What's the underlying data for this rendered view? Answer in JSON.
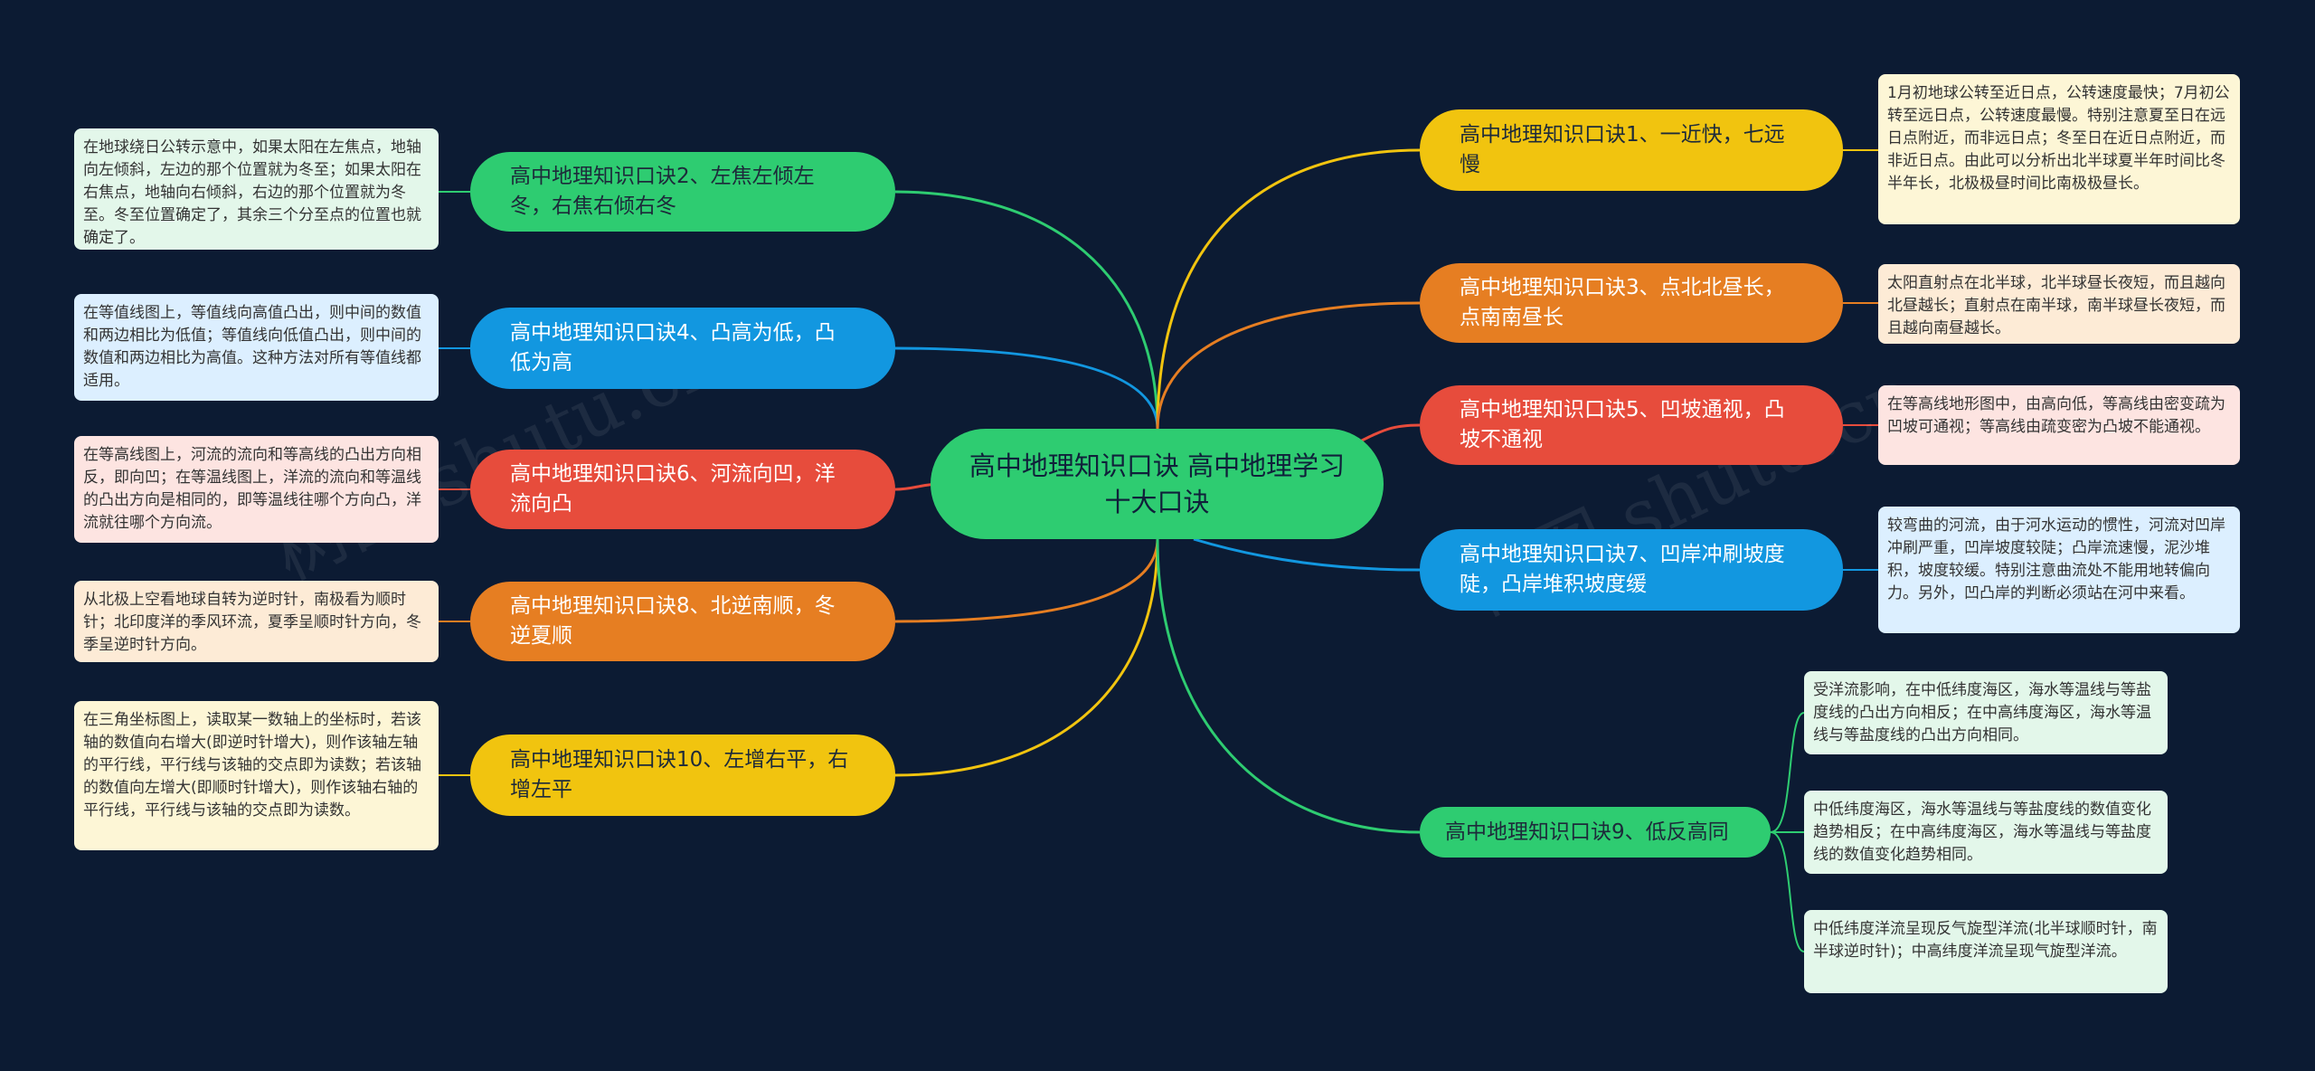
{
  "central": "高中地理知识口诀 高中地理学习十大口诀",
  "watermark": "树图 shutu.cn",
  "colors": {
    "background": "#0c1b33",
    "green": "#2ecc71",
    "blue": "#1297e0",
    "red": "#e74c3c",
    "orange": "#e67e22",
    "yellow": "#f1c40f"
  },
  "left_topics": [
    {
      "label": "高中地理知识口诀2、左焦左倾左冬，右焦右倾右冬",
      "note": "在地球绕日公转示意中，如果太阳在左焦点，地轴向左倾斜，左边的那个位置就为冬至；如果太阳在右焦点，地轴向右倾斜，右边的那个位置就为冬至。冬至位置确定了，其余三个分至点的位置也就确定了。"
    },
    {
      "label": "高中地理知识口诀4、凸高为低，凸低为高",
      "note": "在等值线图上，等值线向高值凸出，则中间的数值和两边相比为低值；等值线向低值凸出，则中间的数值和两边相比为高值。这种方法对所有等值线都适用。"
    },
    {
      "label": "高中地理知识口诀6、河流向凹，洋流向凸",
      "note": "在等高线图上，河流的流向和等高线的凸出方向相反，即向凹；在等温线图上，洋流的流向和等温线的凸出方向是相同的，即等温线往哪个方向凸，洋流就往哪个方向流。"
    },
    {
      "label": "高中地理知识口诀8、北逆南顺，冬逆夏顺",
      "note": "从北极上空看地球自转为逆时针，南极看为顺时针；北印度洋的季风环流，夏季呈顺时针方向，冬季呈逆时针方向。"
    },
    {
      "label": "高中地理知识口诀10、左增右平，右增左平",
      "note": "在三角坐标图上，读取某一数轴上的坐标时，若该轴的数值向右增大(即逆时针增大)，则作该轴左轴的平行线，平行线与该轴的交点即为读数；若该轴的数值向左增大(即顺时针增大)，则作该轴右轴的平行线，平行线与该轴的交点即为读数。"
    }
  ],
  "right_topics": [
    {
      "label": "高中地理知识口诀1、一近快，七远慢",
      "note": "1月初地球公转至近日点，公转速度最快；7月初公转至远日点，公转速度最慢。特别注意夏至日在远日点附近，而非远日点；冬至日在近日点附近，而非近日点。由此可以分析出北半球夏半年时间比冬半年长，北极极昼时间比南极极昼长。"
    },
    {
      "label": "高中地理知识口诀3、点北北昼长，点南南昼长",
      "note": "太阳直射点在北半球，北半球昼长夜短，而且越向北昼越长；直射点在南半球，南半球昼长夜短，而且越向南昼越长。"
    },
    {
      "label": "高中地理知识口诀5、凹坡通视，凸坡不通视",
      "note": "在等高线地形图中，由高向低，等高线由密变疏为凹坡可通视；等高线由疏变密为凸坡不能通视。"
    },
    {
      "label": "高中地理知识口诀7、凹岸冲刷坡度陡，凸岸堆积坡度缓",
      "note": "较弯曲的河流，由于河水运动的惯性，河流对凹岸冲刷严重，凹岸坡度较陡；凸岸流速慢，泥沙堆积，坡度较缓。特别注意曲流处不能用地转偏向力。另外，凹凸岸的判断必须站在河中来看。"
    },
    {
      "label": "高中地理知识口诀9、低反高同",
      "notes": [
        "受洋流影响，在中低纬度海区，海水等温线与等盐度线的凸出方向相反；在中高纬度海区，海水等温线与等盐度线的凸出方向相同。",
        "中低纬度海区，海水等温线与等盐度线的数值变化趋势相反；在中高纬度海区，海水等温线与等盐度线的数值变化趋势相同。",
        "中低纬度洋流呈现反气旋型洋流(北半球顺时针，南半球逆时针)；中高纬度洋流呈现气旋型洋流。"
      ]
    }
  ]
}
